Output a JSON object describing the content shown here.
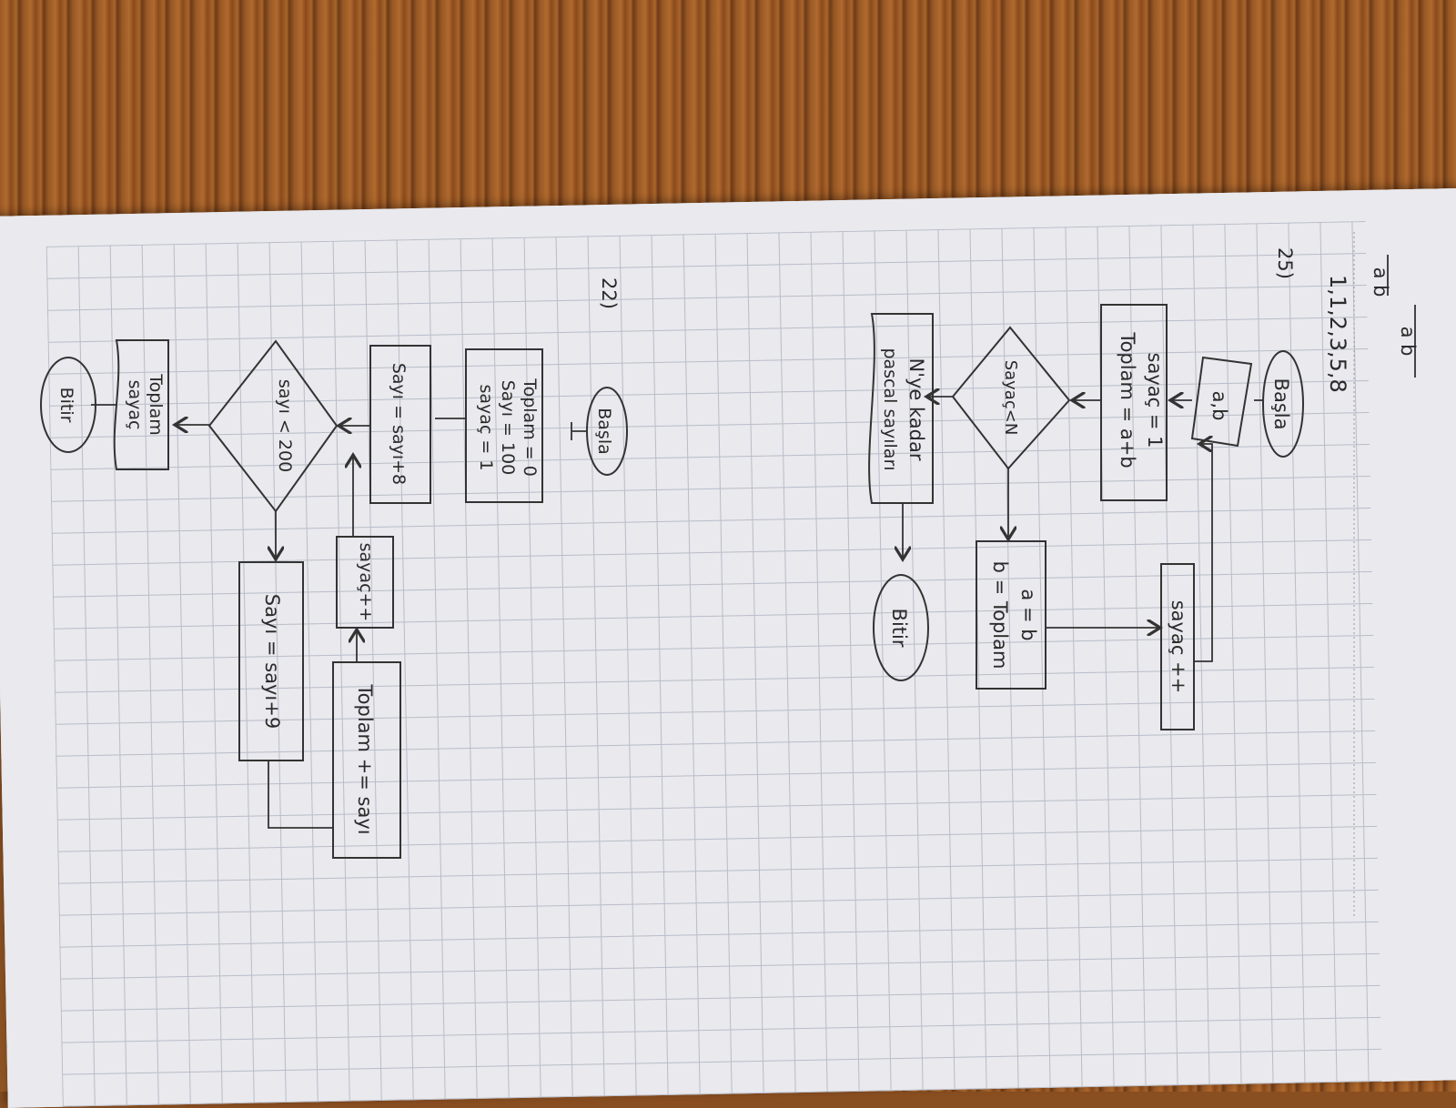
{
  "sequence_note": {
    "fraction_top": "a b",
    "fraction_bottom": "a b",
    "series": "1,1,2,3,5,8"
  },
  "flow_25": {
    "number": "25)",
    "start": "Başla",
    "input": "a,b",
    "init_line1": "sayaç = 1",
    "init_line2": "Toplam = a+b",
    "decision": "Sayaç<N",
    "update_line1": "a = b",
    "update_line2": "b = Toplam",
    "increment": "sayaç ++",
    "output_line1": "N'ye kadar",
    "output_line2": "pascal sayıları",
    "end": "Bitir"
  },
  "flow_22": {
    "number": "22)",
    "start": "Başla",
    "init_line1": "Toplam = 0",
    "init_line2": "Sayı = 100",
    "init_line3": "sayaç = 1",
    "step8": "Sayı = sayı+8",
    "decision": "sayı < 200",
    "step9": "Sayı = sayı+9",
    "increment": "sayaç++",
    "sum": "Toplam += sayı",
    "output_line1": "Toplam",
    "output_line2": "sayaç",
    "end": "Bitir"
  }
}
